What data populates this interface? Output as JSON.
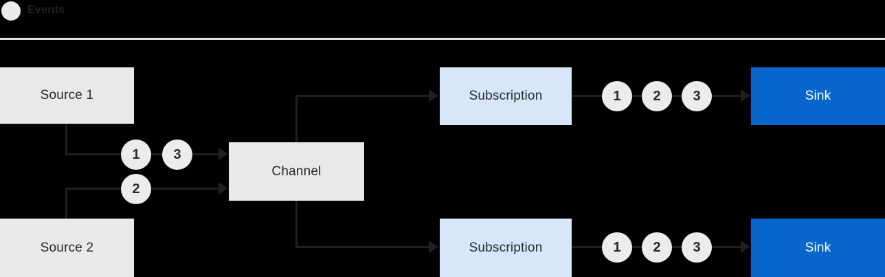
{
  "colors": {
    "background": "#000000",
    "node_gray": "#e9e9e9",
    "node_blue_light": "#d7e7f8",
    "node_blue": "#0666cc",
    "line": "#1e2023",
    "circle_fill": "#ececec",
    "text_dark": "#26292c",
    "legend_text": "#1e2126",
    "divider": "#e3e3e5"
  },
  "legend": {
    "label": "Events"
  },
  "nodes": {
    "source1": {
      "label": "Source 1"
    },
    "source2": {
      "label": "Source 2"
    },
    "channel": {
      "label": "Channel"
    },
    "subscription_top": {
      "label": "Subscription"
    },
    "subscription_bottom": {
      "label": "Subscription"
    },
    "sink_top": {
      "label": "Sink"
    },
    "sink_bottom": {
      "label": "Sink"
    }
  },
  "events": {
    "source1_to_channel": [
      "1",
      "3"
    ],
    "source2_to_channel": [
      "2"
    ],
    "subscription_top_to_sink": [
      "1",
      "2",
      "3"
    ],
    "subscription_bottom_to_sink": [
      "1",
      "2",
      "3"
    ]
  }
}
